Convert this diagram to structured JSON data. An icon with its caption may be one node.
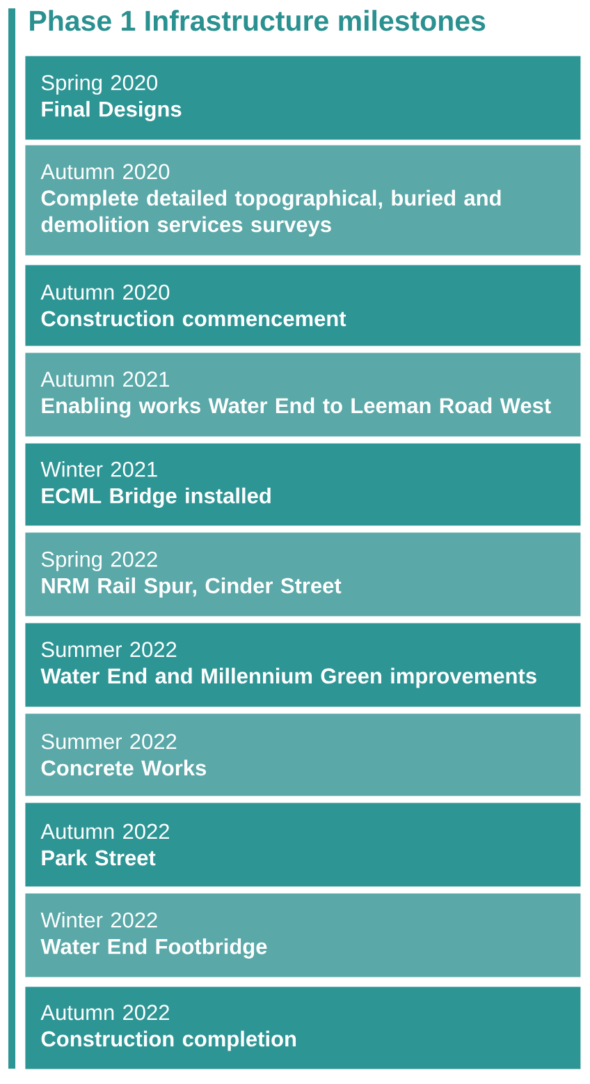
{
  "diagram": {
    "title": "Phase 1 Infrastructure milestones",
    "nodes": [
      {
        "text": [
          "Spring 2020",
          "Final Designs"
        ]
      },
      {
        "text": [
          "Autumn 2020",
          "Complete detailed topographical, buried and demolition services surveys"
        ]
      },
      {
        "text": [
          "Autumn 2020",
          "Construction commencement"
        ]
      },
      {
        "text": [
          "Autumn 2021",
          "Enabling works Water End to Leeman Road West"
        ]
      },
      {
        "text": [
          "Winter 2021",
          "ECML Bridge installed"
        ]
      },
      {
        "text": [
          "Spring 2022",
          "NRM Rail Spur, Cinder Street"
        ]
      },
      {
        "text": [
          "Summer 2022",
          "Water End and Millennium Green improvements"
        ]
      },
      {
        "text": [
          "Summer 2022",
          "Concrete Works"
        ]
      },
      {
        "text": [
          "Autumn 2022",
          "Park Street"
        ]
      },
      {
        "text": [
          "Winter 2022",
          "Water End Footbridge"
        ]
      },
      {
        "text": [
          "Autumn 2022",
          "Construction completion"
        ]
      }
    ]
  }
}
